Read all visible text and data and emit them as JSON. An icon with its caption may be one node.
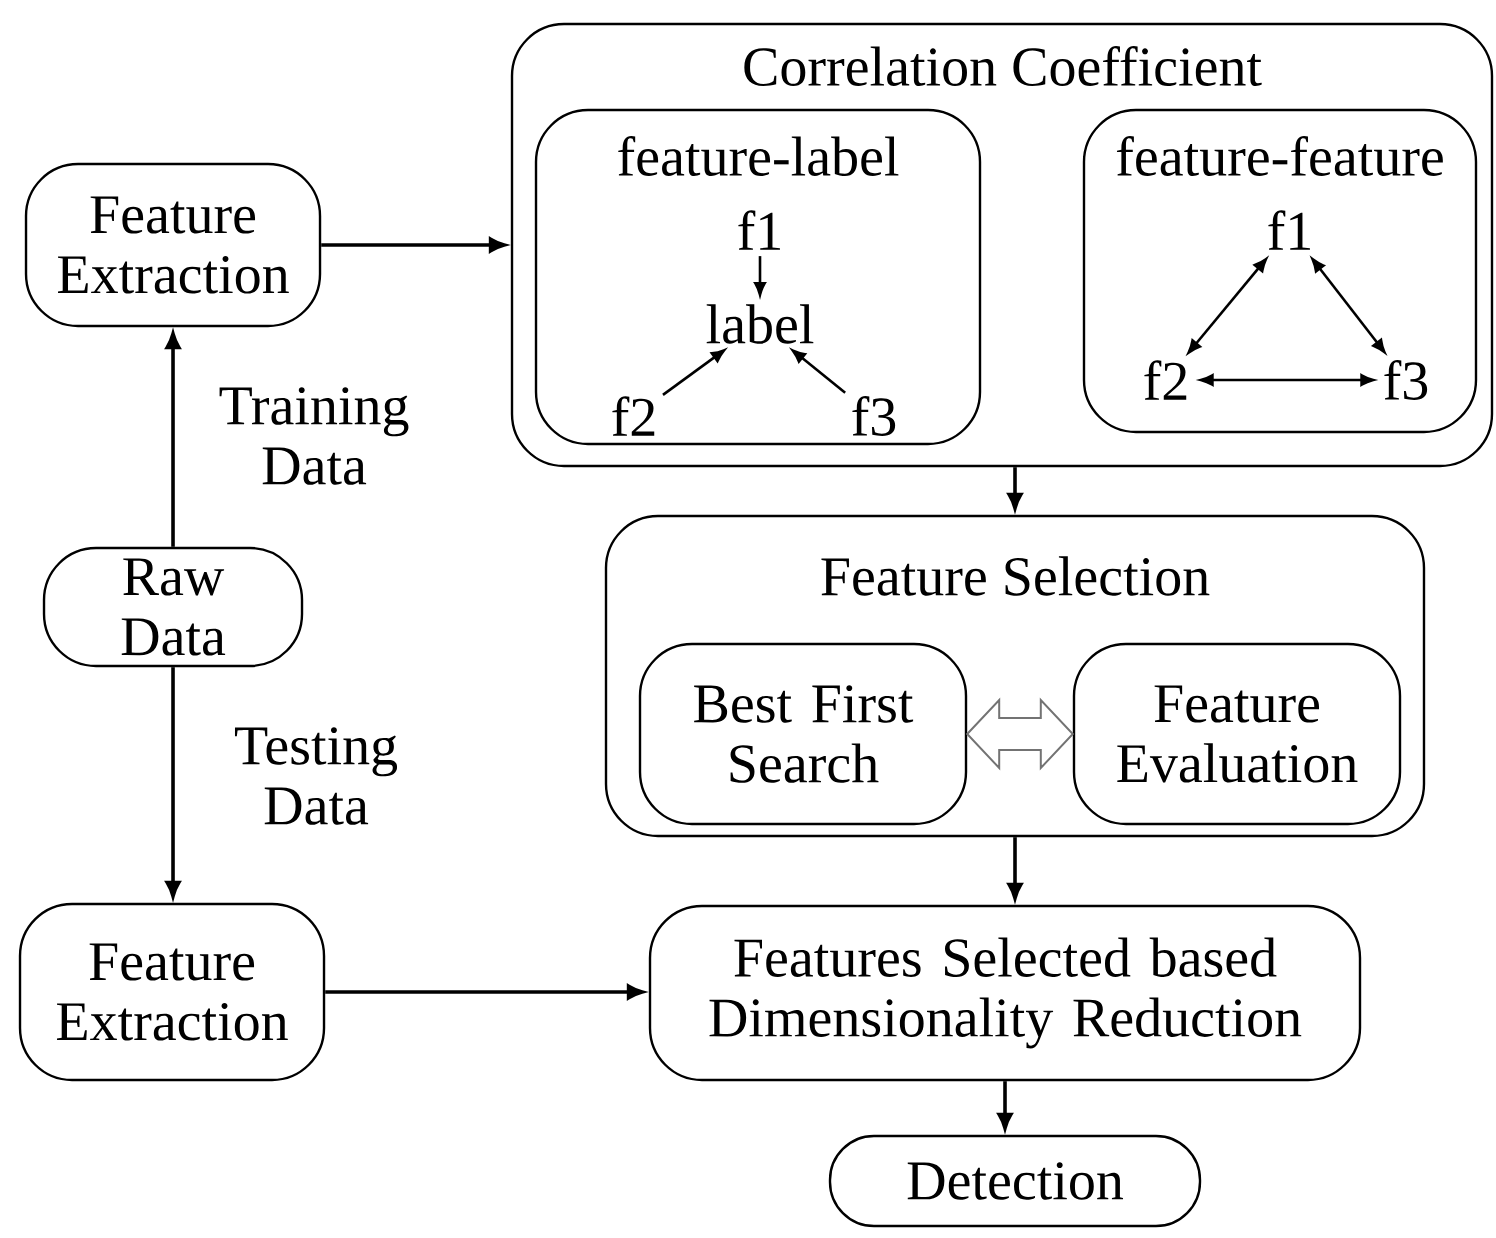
{
  "diagram": {
    "nodes": [
      {
        "text": [
          "Correlation Coefficient"
        ]
      },
      {
        "text": [
          "feature-label"
        ],
        "in": 0
      },
      {
        "text": [
          "f1"
        ],
        "in": 1
      },
      {
        "text": [
          "label"
        ],
        "in": 1
      },
      {
        "text": [
          "f2"
        ],
        "in": 1
      },
      {
        "text": [
          "f3"
        ],
        "in": 1
      },
      {
        "text": [
          "feature-feature"
        ],
        "in": 0
      },
      {
        "text": [
          "f1"
        ],
        "in": 6
      },
      {
        "text": [
          "f2"
        ],
        "in": 6
      },
      {
        "text": [
          "f3"
        ],
        "in": 6
      },
      {
        "text": [
          "Feature Extraction"
        ]
      },
      {
        "text": [
          "Raw Data"
        ]
      },
      {
        "text": [
          "Feature Extraction"
        ]
      },
      {
        "text": [
          "Feature Selection"
        ]
      },
      {
        "text": [
          "Best First Search"
        ],
        "in": 13
      },
      {
        "text": [
          "Feature Evaluation"
        ],
        "in": 13
      },
      {
        "text": [
          "Features Selected based Dimensionality Reduction"
        ]
      },
      {
        "text": [
          "Detection"
        ]
      }
    ],
    "edges": [
      {
        "from": 10,
        "to": 0,
        "arrow": "to"
      },
      {
        "from": 2,
        "to": 3,
        "arrow": "to"
      },
      {
        "from": 4,
        "to": 3,
        "arrow": "to"
      },
      {
        "from": 5,
        "to": 3,
        "arrow": "to"
      },
      {
        "from": 7,
        "to": 8,
        "arrow": "both"
      },
      {
        "from": 7,
        "to": 9,
        "arrow": "both"
      },
      {
        "from": 8,
        "to": 9,
        "arrow": "both"
      },
      {
        "from": 11,
        "to": 10,
        "arrow": "to",
        "label": "Training Data"
      },
      {
        "from": 11,
        "to": 12,
        "arrow": "to",
        "label": "Testing Data"
      },
      {
        "from": 0,
        "to": 13,
        "arrow": "to"
      },
      {
        "from": 14,
        "to": 15,
        "arrow": "both"
      },
      {
        "from": 13,
        "to": 16,
        "arrow": "to"
      },
      {
        "from": 12,
        "to": 16,
        "arrow": "to"
      },
      {
        "from": 16,
        "to": 17,
        "arrow": "to"
      }
    ]
  }
}
